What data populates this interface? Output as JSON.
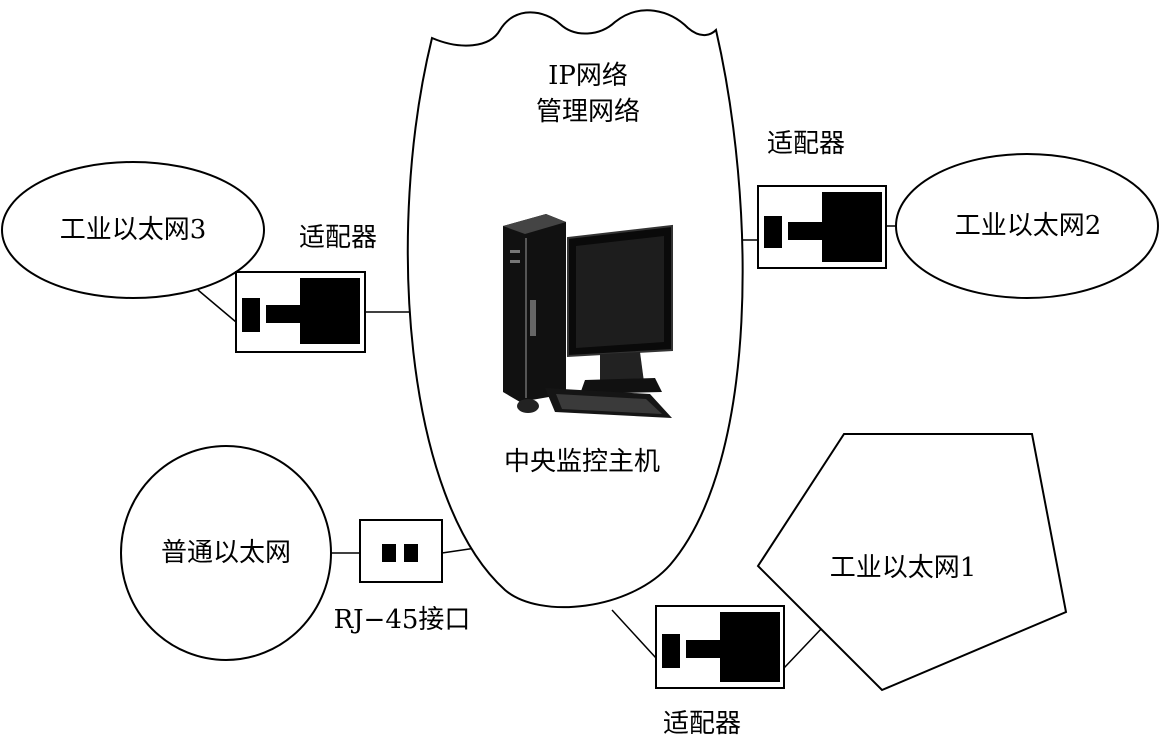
{
  "labels": {
    "ip_network_line1": "IP网络",
    "ip_network_line2": "管理网络",
    "central_host": "中央监控主机",
    "industrial_ethernet_3": "工业以太网3",
    "industrial_ethernet_2": "工业以太网2",
    "industrial_ethernet_1": "工业以太网1",
    "ordinary_ethernet": "普通以太网",
    "adapter_left": "适配器",
    "adapter_right": "适配器",
    "adapter_bottom": "适配器",
    "rj45_port": "RJ−45接口"
  },
  "colors": {
    "stroke": "#000000",
    "fill": "#ffffff",
    "device": "#000000"
  }
}
